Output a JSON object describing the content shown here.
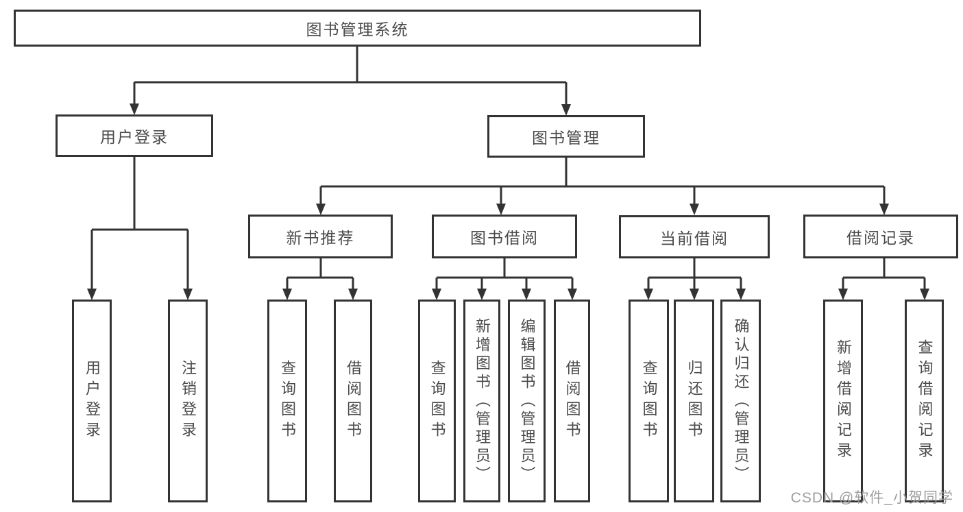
{
  "diagram": {
    "root": {
      "label": "图书管理系统"
    },
    "level2": [
      {
        "label": "用户登录"
      },
      {
        "label": "图书管理"
      }
    ],
    "level3": [
      {
        "label": "新书推荐"
      },
      {
        "label": "图书借阅"
      },
      {
        "label": "当前借阅"
      },
      {
        "label": "借阅记录"
      }
    ],
    "leaves": {
      "user_login": [
        "用户登录",
        "注销登录"
      ],
      "new_books": [
        "查询图书",
        "借阅图书"
      ],
      "borrow": [
        "查询图书",
        "新增图书（管理员）",
        "编辑图书（管理员）",
        "借阅图书"
      ],
      "current": [
        "查询图书",
        "归还图书",
        "确认归还（管理员）"
      ],
      "records": [
        "新增借阅记录",
        "查询借阅记录"
      ]
    }
  },
  "watermark": "CSDN @软件_小贺同学",
  "colors": {
    "line": "#333333",
    "text": "#4a4a4a",
    "background": "#ffffff",
    "watermark": "#9d9d9d"
  }
}
